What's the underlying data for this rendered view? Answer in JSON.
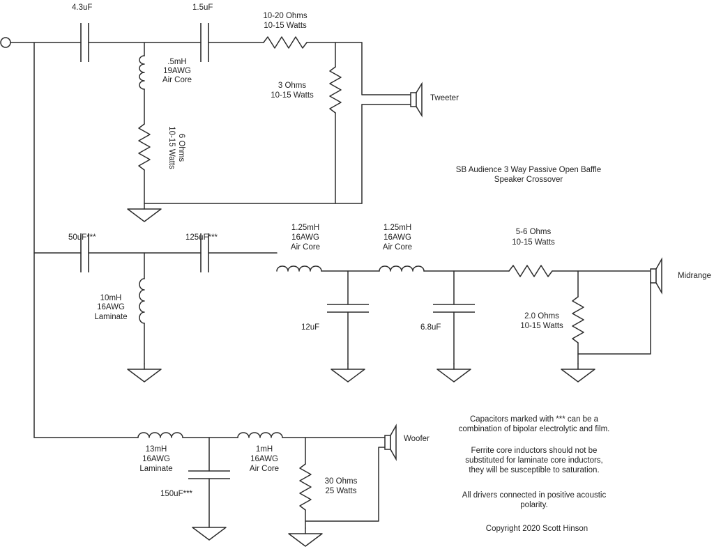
{
  "title": {
    "line1": "SB Audience 3 Way Passive Open Baffle",
    "line2": "Speaker Crossover"
  },
  "tweeter_section": {
    "c1": "4.3uF",
    "c2": "1.5uF",
    "l1": [
      ".5mH",
      "19AWG",
      "Air Core"
    ],
    "r_shunt": [
      "6 Ohms",
      "10-15 Watts"
    ],
    "r_series": [
      "10-20 Ohms",
      "10-15 Watts"
    ],
    "r_parallel": [
      "3 Ohms",
      "10-15 Watts"
    ],
    "driver": "Tweeter"
  },
  "midrange_section": {
    "c1": "50uF***",
    "c2": "125uF***",
    "l_shunt": [
      "10mH",
      "16AWG",
      "Laminate"
    ],
    "l_series1": [
      "1.25mH",
      "16AWG",
      "Air Core"
    ],
    "c_shunt1": "12uF",
    "l_series2": [
      "1.25mH",
      "16AWG",
      "Air Core"
    ],
    "c_shunt2": "6.8uF",
    "r_series": [
      "5-6 Ohms",
      "10-15 Watts"
    ],
    "r_parallel": [
      "2.0 Ohms",
      "10-15 Watts"
    ],
    "driver": "Midrange"
  },
  "woofer_section": {
    "l1": [
      "13mH",
      "16AWG",
      "Laminate"
    ],
    "c_shunt": "150uF***",
    "l2": [
      "1mH",
      "16AWG",
      "Air Core"
    ],
    "r_parallel": [
      "30 Ohms",
      "25 Watts"
    ],
    "driver": "Woofer"
  },
  "notes": {
    "note1": [
      "Capacitors marked with *** can be a",
      "combination of bipolar electrolytic and film."
    ],
    "note2": [
      "Ferrite core inductors should not be",
      "substituted for laminate core inductors,",
      "they will be susceptible to saturation."
    ],
    "note3": [
      "All drivers connected in positive acoustic",
      "polarity."
    ],
    "copyright": "Copyright 2020 Scott Hinson"
  }
}
